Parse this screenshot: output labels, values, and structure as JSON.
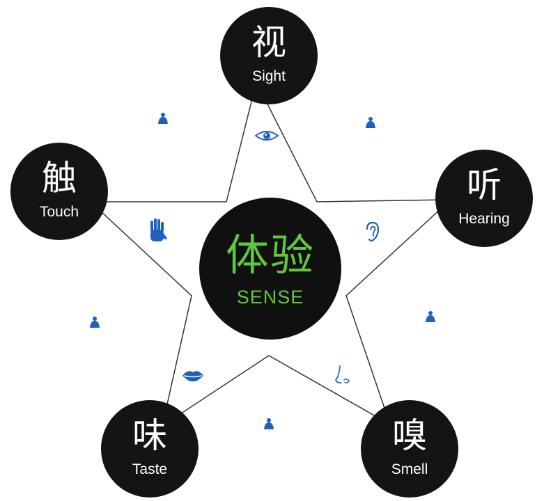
{
  "center": {
    "zh": "体验",
    "en": "SENSE"
  },
  "senses": [
    {
      "id": "sight",
      "zh": "视",
      "en": "Sight",
      "icon": "eye-icon"
    },
    {
      "id": "touch",
      "zh": "触",
      "en": "Touch",
      "icon": "hand-icon"
    },
    {
      "id": "hearing",
      "zh": "听",
      "en": "Hearing",
      "icon": "ear-icon"
    },
    {
      "id": "taste",
      "zh": "味",
      "en": "Taste",
      "icon": "lips-icon"
    },
    {
      "id": "smell",
      "zh": "嗅",
      "en": "Smell",
      "icon": "nose-icon"
    }
  ],
  "colors": {
    "node": "#141414",
    "accent": "#5fc93b",
    "icon": "#1f5fbf",
    "line": "#333333"
  }
}
